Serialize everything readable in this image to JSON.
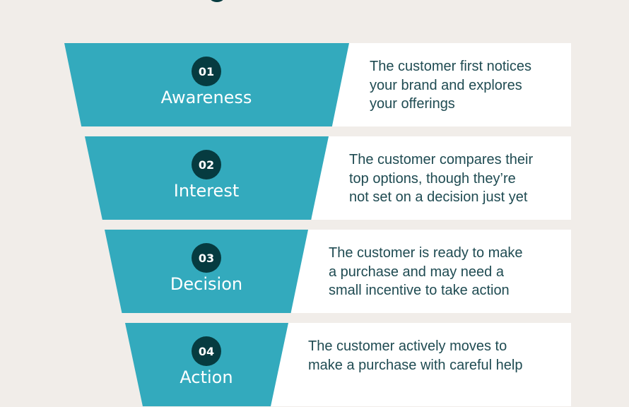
{
  "funnel": {
    "colors": {
      "background": "#f1ede9",
      "funnel_band": "#33aabd",
      "number_badge": "#063b40",
      "description_text": "#1f4b52",
      "panel": "#ffffff"
    },
    "stages": [
      {
        "number": "01",
        "title": "Awareness",
        "description": "The customer first notices\nyour brand and explores\nyour offerings"
      },
      {
        "number": "02",
        "title": "Interest",
        "description": "The customer compares their\ntop options, though they’re\nnot set on a decision just yet"
      },
      {
        "number": "03",
        "title": "Decision",
        "description": "The customer is ready to make\na purchase and may need a\nsmall incentive to take action"
      },
      {
        "number": "04",
        "title": "Action",
        "description": "The customer actively moves to\nmake a purchase with careful help"
      }
    ]
  }
}
